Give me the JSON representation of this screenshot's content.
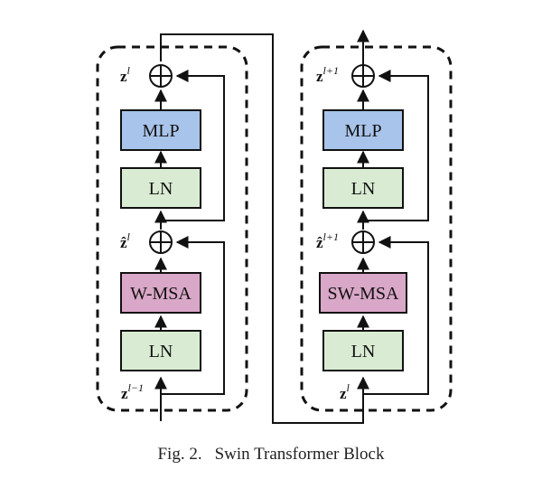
{
  "blocks": [
    {
      "mlp": "MLP",
      "ln_top": "LN",
      "msa": "W-MSA",
      "ln_bottom": "LN",
      "out_var": "z",
      "out_sup": "l",
      "mid_var": "ẑ",
      "mid_sup": "l",
      "in_var": "z",
      "in_sup": "l−1"
    },
    {
      "mlp": "MLP",
      "ln_top": "LN",
      "msa": "SW-MSA",
      "ln_bottom": "LN",
      "out_var": "z",
      "out_sup": "l+1",
      "mid_var": "ẑ",
      "mid_sup": "l+1",
      "in_var": "z",
      "in_sup": "l"
    }
  ],
  "caption": {
    "fig": "Fig. 2.",
    "title": "Swin Transformer Block"
  },
  "colors": {
    "mlp": "#a9c4ea",
    "ln": "#d9ecd3",
    "msa": "#d9a7c7",
    "stroke": "#111111"
  }
}
